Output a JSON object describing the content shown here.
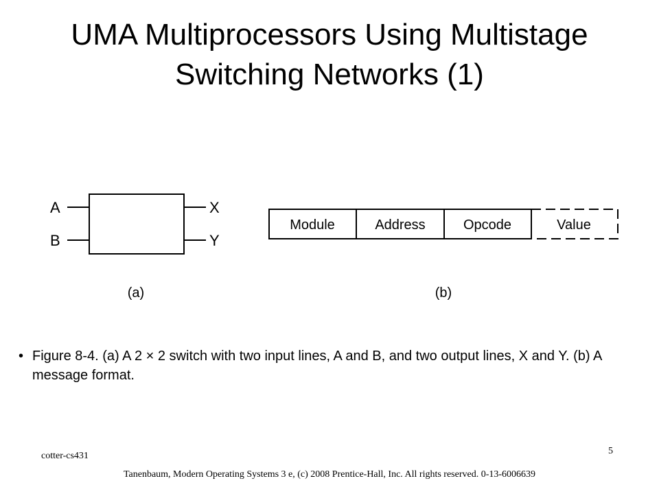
{
  "title": {
    "line1": "UMA Multiprocessors Using Multistage",
    "line2": "Switching Networks (1)"
  },
  "figure_a": {
    "input_top": "A",
    "input_bottom": "B",
    "output_top": "X",
    "output_bottom": "Y",
    "caption": "(a)"
  },
  "figure_b": {
    "fields": [
      "Module",
      "Address",
      "Opcode",
      "Value"
    ],
    "caption": "(b)"
  },
  "bullet": {
    "marker": "•",
    "text": "Figure 8-4. (a) A 2 × 2 switch with two input lines, A and B, and two output lines, X and Y. (b) A message format."
  },
  "footer": {
    "left": "cotter-cs431",
    "page_number": "5",
    "credit": "Tanenbaum, Modern Operating Systems 3 e, (c) 2008 Prentice-Hall, Inc. All rights reserved. 0-13-6006639"
  }
}
